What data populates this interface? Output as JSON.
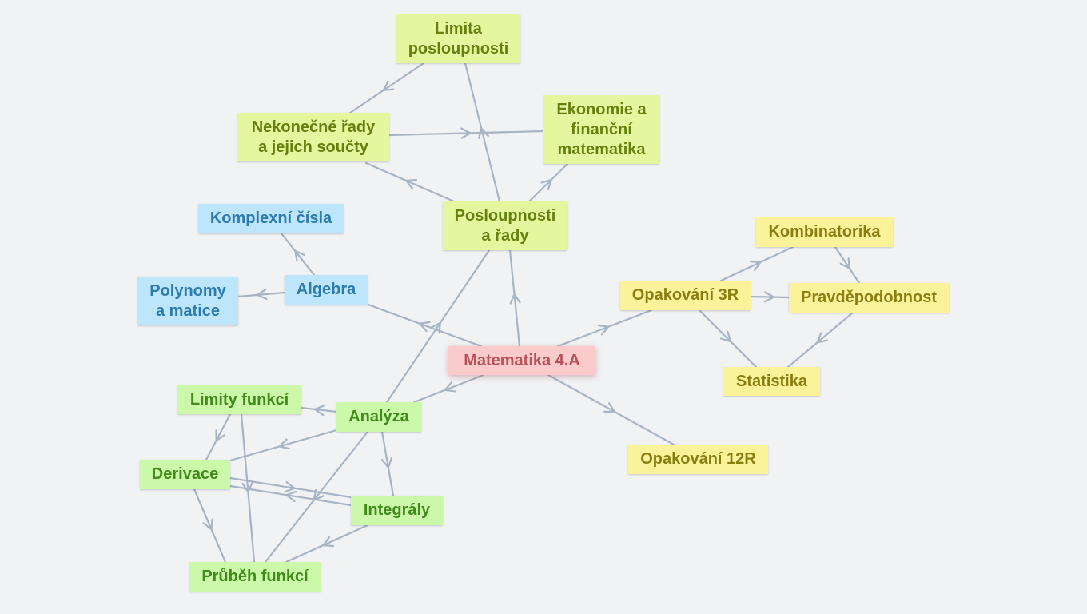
{
  "colors": {
    "edge": "#a8b4c4",
    "background": "#f0f2f4"
  },
  "nodes": {
    "limita": "Limita\nposloupnosti",
    "ekonomie": "Ekonomie a\nfinanční\nmatematika",
    "nekonecne": "Nekonečné řady\na jejich součty",
    "posloupnosti": "Posloupnosti\na řady",
    "komplexni": "Komplexní čísla",
    "algebra": "Algebra",
    "polynomy": "Polynomy\na matice",
    "kombinatorika": "Kombinatorika",
    "opak3r": "Opakování 3R",
    "pravdepodobnost": "Pravděpodobnost",
    "matematika": "Matematika 4.A",
    "statistika": "Statistika",
    "limity": "Limity funkcí",
    "analyza": "Analýza",
    "derivace": "Derivace",
    "opak12r": "Opakování 12R",
    "integraly": "Integrály",
    "prubeh": "Průběh funkcí"
  }
}
